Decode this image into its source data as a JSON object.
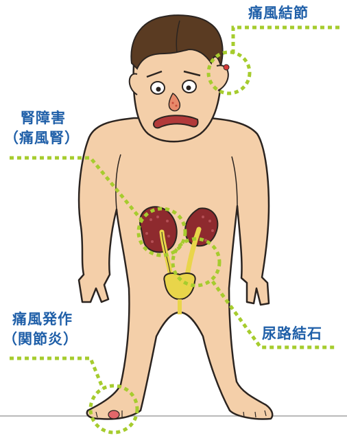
{
  "labels": {
    "tophus": "痛風結節",
    "kidney_line1": "腎障害",
    "kidney_line2": "（痛風腎）",
    "attack_line1": "痛風発作",
    "attack_line2": "（関節炎）",
    "stone": "尿路結石"
  },
  "colors": {
    "label_text": "#1f5fa8",
    "callout": "#a6cc2e",
    "skin": "#f4cfa9",
    "outline": "#2b2420",
    "hair": "#5a3b22",
    "kidney": "#8e2a2e",
    "urinary_tract": "#e9d54a",
    "tophus": "#d63a3a"
  }
}
